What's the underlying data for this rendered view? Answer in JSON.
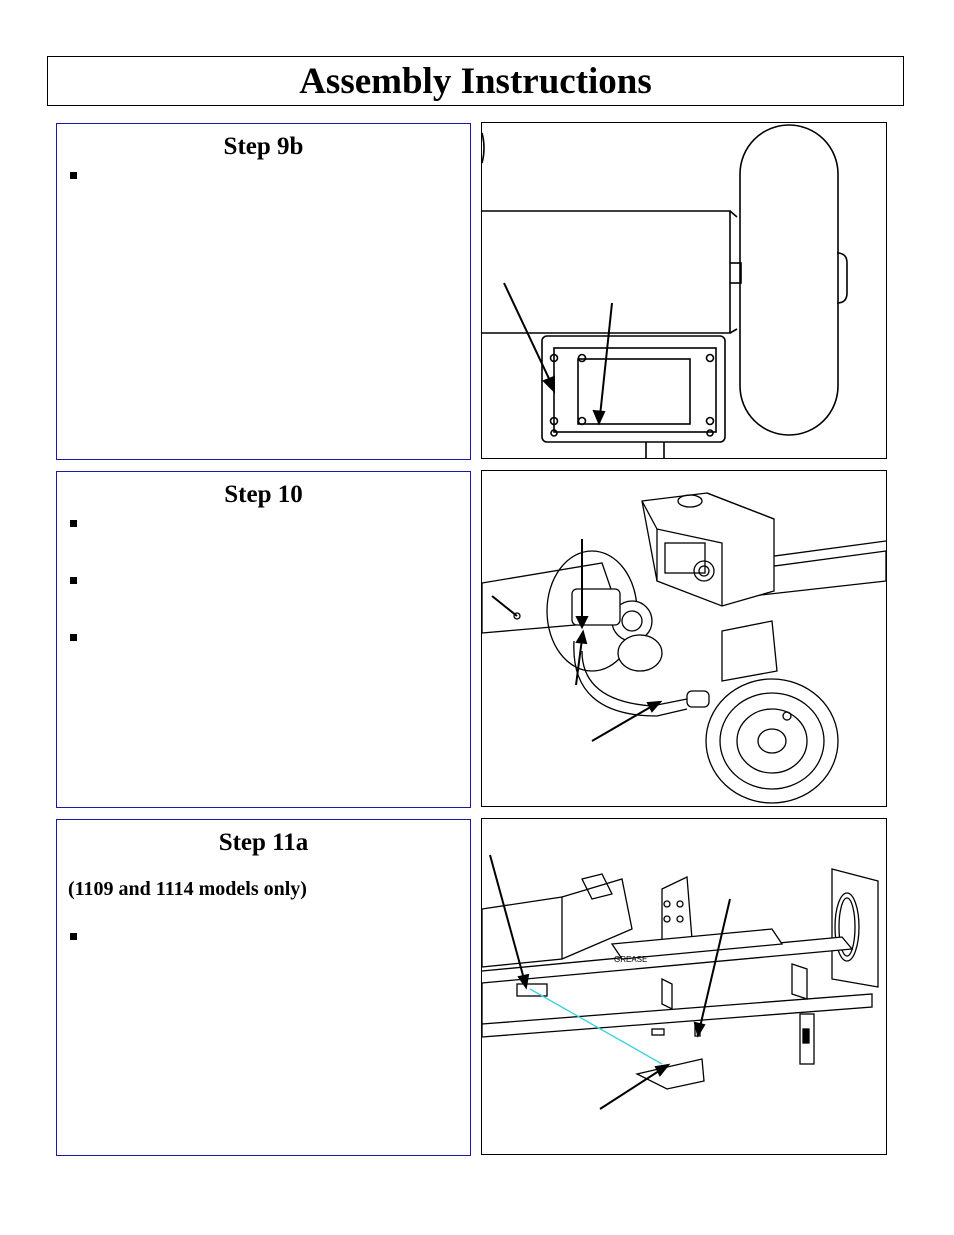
{
  "page": {
    "title": "Assembly Instructions"
  },
  "steps": [
    {
      "title": "Step 9b"
    },
    {
      "title": "Step 10"
    },
    {
      "title": "Step 11a",
      "subtitle": "(1109 and 1114 models only)"
    }
  ],
  "figures": [
    {
      "decal_text": ""
    },
    {
      "decal_text": ""
    },
    {
      "decal_text": "GREASE"
    }
  ]
}
